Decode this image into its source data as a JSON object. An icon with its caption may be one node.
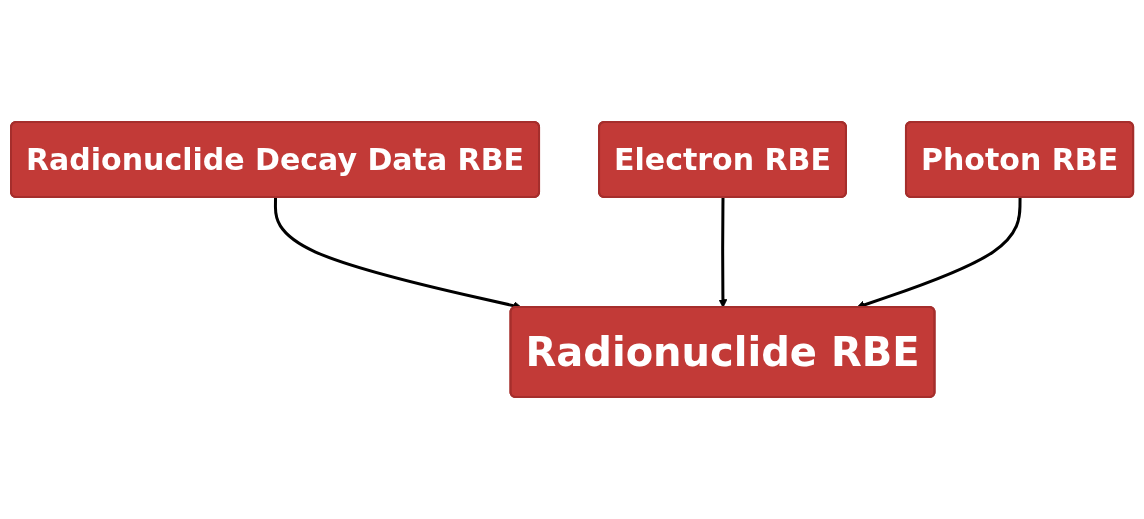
{
  "diagram": {
    "nodes": [
      {
        "text": [
          "Radionuclide Decay Data RBE"
        ]
      },
      {
        "text": [
          "Electron RBE"
        ]
      },
      {
        "text": [
          "Photon RBE"
        ]
      },
      {
        "text": [
          "Radionuclide RBE"
        ]
      }
    ],
    "edges": [
      {
        "from": 0,
        "to": 3,
        "arrow": "to"
      },
      {
        "from": 1,
        "to": 3,
        "arrow": "to"
      },
      {
        "from": 2,
        "to": 3,
        "arrow": "to"
      }
    ]
  }
}
